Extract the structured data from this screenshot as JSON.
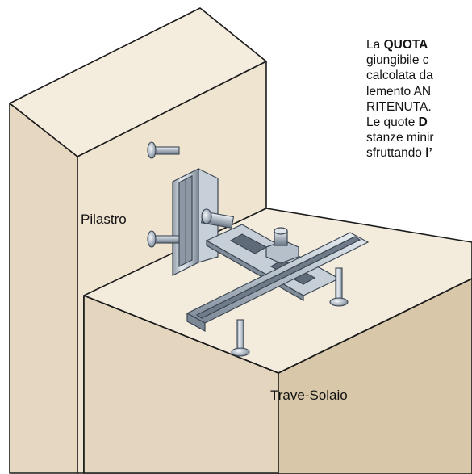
{
  "text_block": {
    "lines": [
      [
        "La ",
        {
          "b": "QUOTA"
        }
      ],
      [
        "giungibile c"
      ],
      [
        "calcolata da"
      ],
      [
        "lemento AN"
      ],
      [
        "RITENUTA."
      ],
      [
        "Le quote ",
        {
          "b": "D"
        }
      ],
      [
        "stanze minir"
      ],
      [
        "sfruttando ",
        {
          "b": "l’"
        }
      ]
    ]
  },
  "labels": {
    "pillar": "Pilastro",
    "beam": "Trave-Solaio"
  },
  "colors": {
    "concrete_light": "#f1e7d6",
    "concrete_mid": "#e3d4bb",
    "concrete_dark": "#d2c0a1",
    "outline": "#1a1a1a",
    "steel_light": "#dfe5ec",
    "steel_mid": "#a9b4c0",
    "steel_dark": "#6f7b88"
  }
}
